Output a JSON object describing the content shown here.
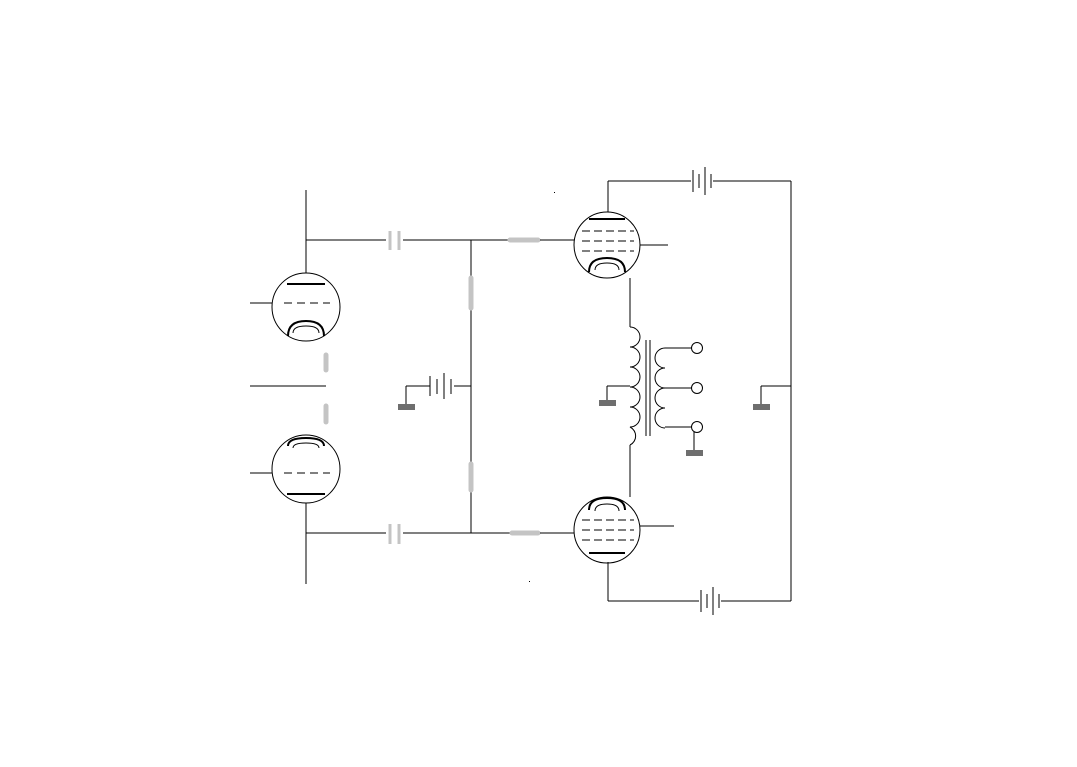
{
  "diagram": {
    "kind": "schematic",
    "colors": {
      "wire": "#000000",
      "passive_component": "#c4c4c4",
      "ground": "#6e6e6e",
      "background": "#ffffff"
    },
    "components": {
      "triodes": 2,
      "pentodes": 2,
      "coupling_capacitors": 2,
      "grid_resistors": 4,
      "batteries": 3,
      "output_transformer": 1,
      "output_terminals": 3,
      "ground_symbols": 4
    }
  }
}
